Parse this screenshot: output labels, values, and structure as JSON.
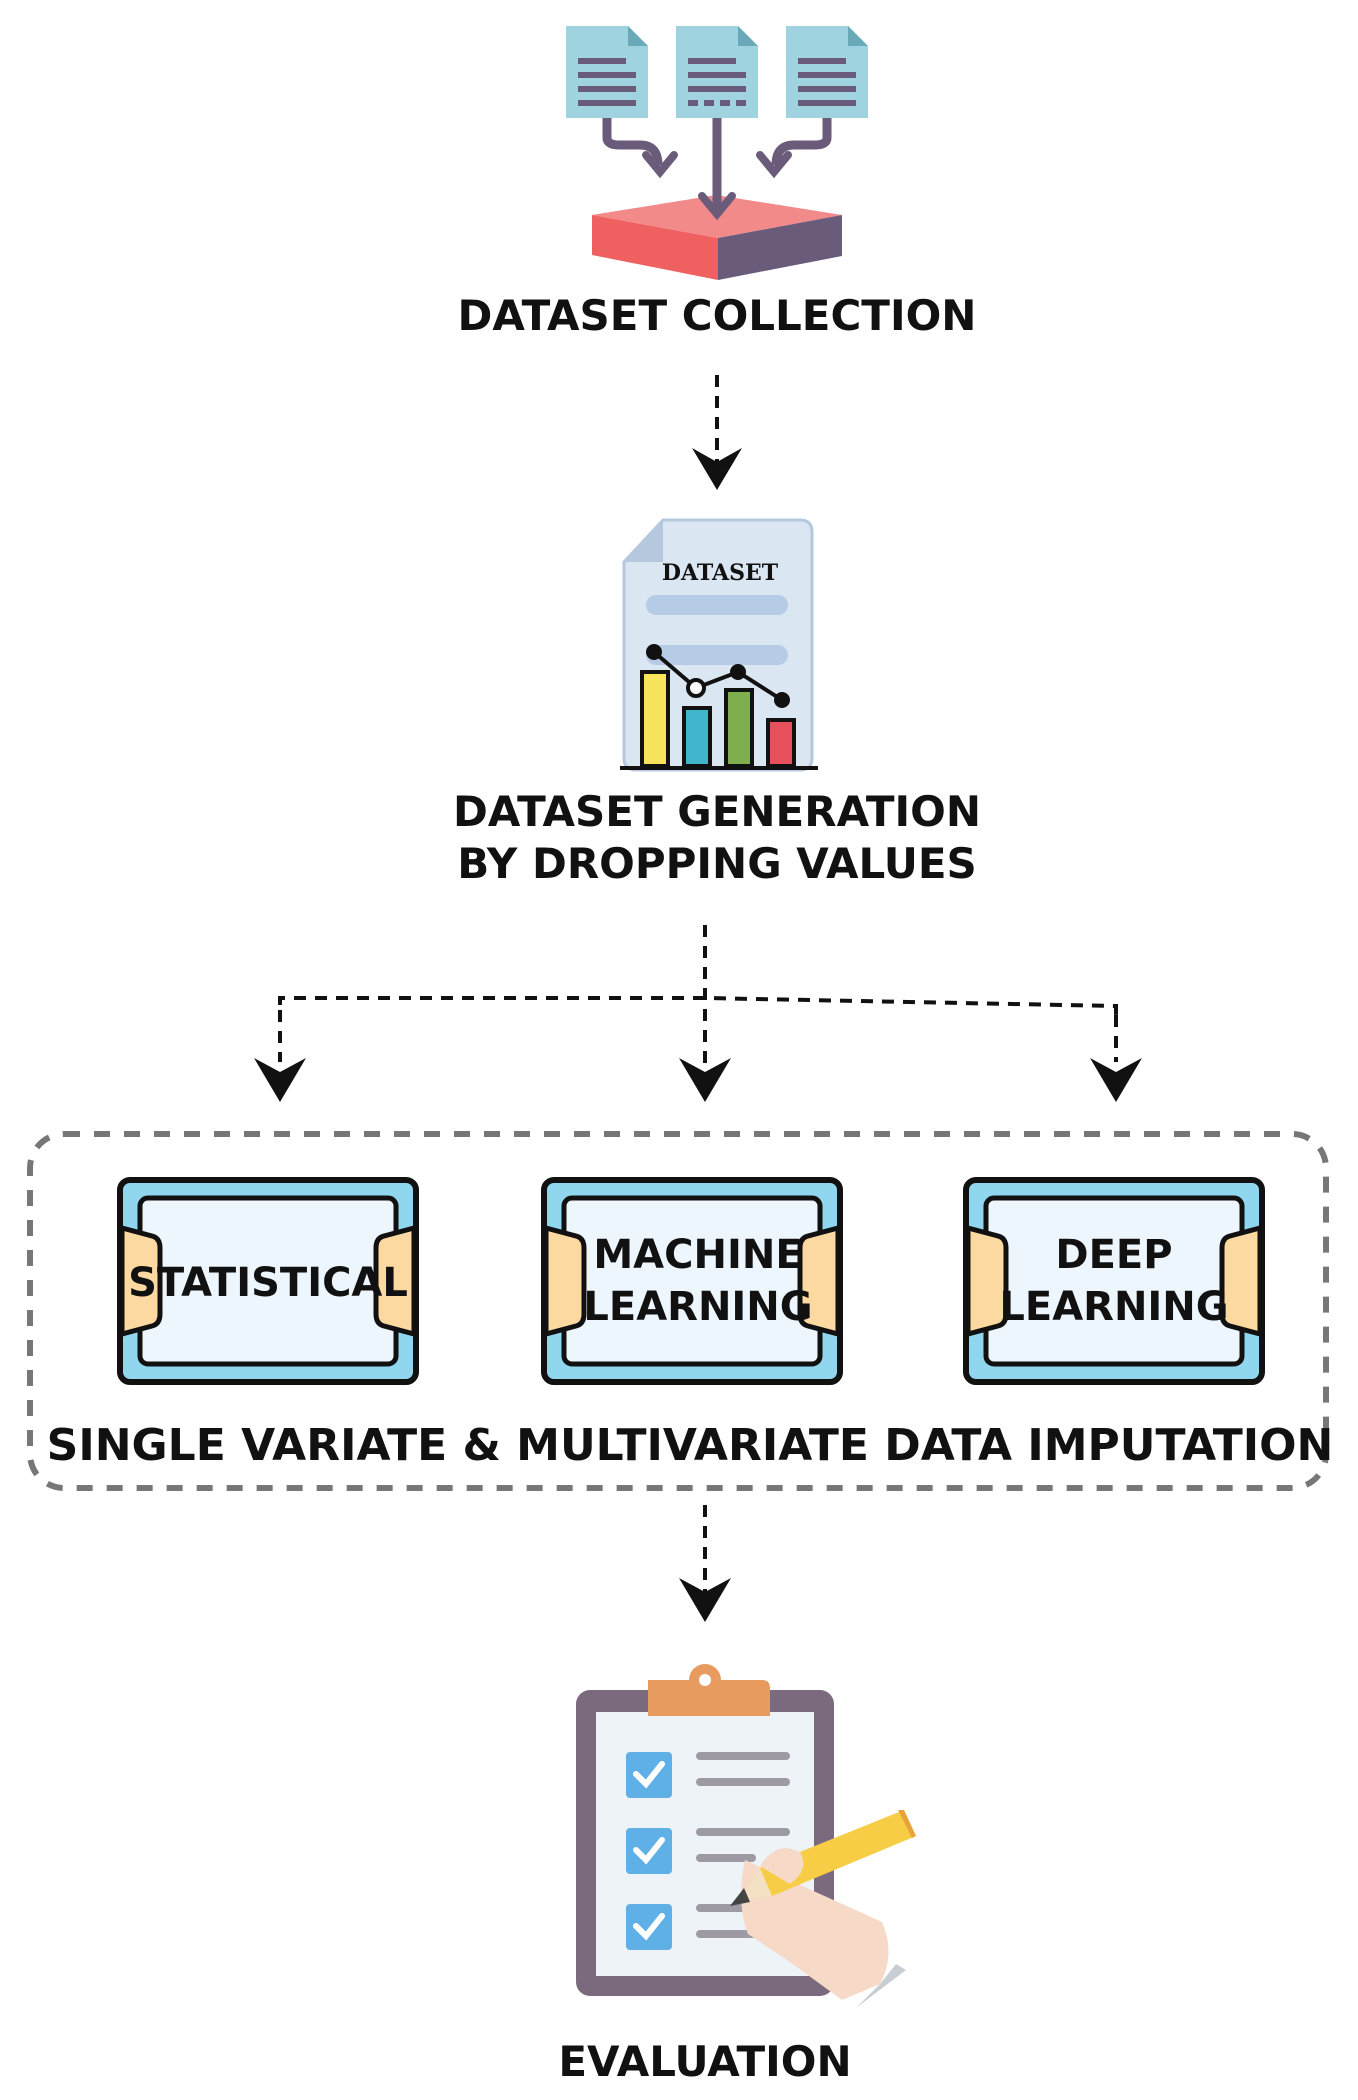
{
  "steps": {
    "collection": {
      "label": "DATASET COLLECTION",
      "icon": "database-collection-icon"
    },
    "generation": {
      "line1": "DATASET GENERATION",
      "line2": "BY DROPPING VALUES",
      "icon": "dataset-chart-icon",
      "doc_title": "DATASET"
    },
    "imputation": {
      "label": "SINGLE VARIATE & MULTIVARIATE DATA IMPUTATION",
      "methods": [
        {
          "line1": "STATISTICAL",
          "line2": ""
        },
        {
          "line1": "MACHINE",
          "line2": "LEARNING"
        },
        {
          "line1": "DEEP",
          "line2": "LEARNING"
        }
      ]
    },
    "evaluation": {
      "label": "EVALUATION",
      "icon": "clipboard-checklist-icon"
    }
  },
  "colors": {
    "doc_blue": "#9fd3e0",
    "database_red": "#ef6f6f",
    "database_purple": "#6b5b7b",
    "frame_blue": "#8fd6ee",
    "frame_tab": "#fcd9a0",
    "arrow": "#111111",
    "group_border": "#777777",
    "bar_colors": [
      "#f8e45c",
      "#3fb6cc",
      "#7fae4e",
      "#e5505c"
    ]
  }
}
